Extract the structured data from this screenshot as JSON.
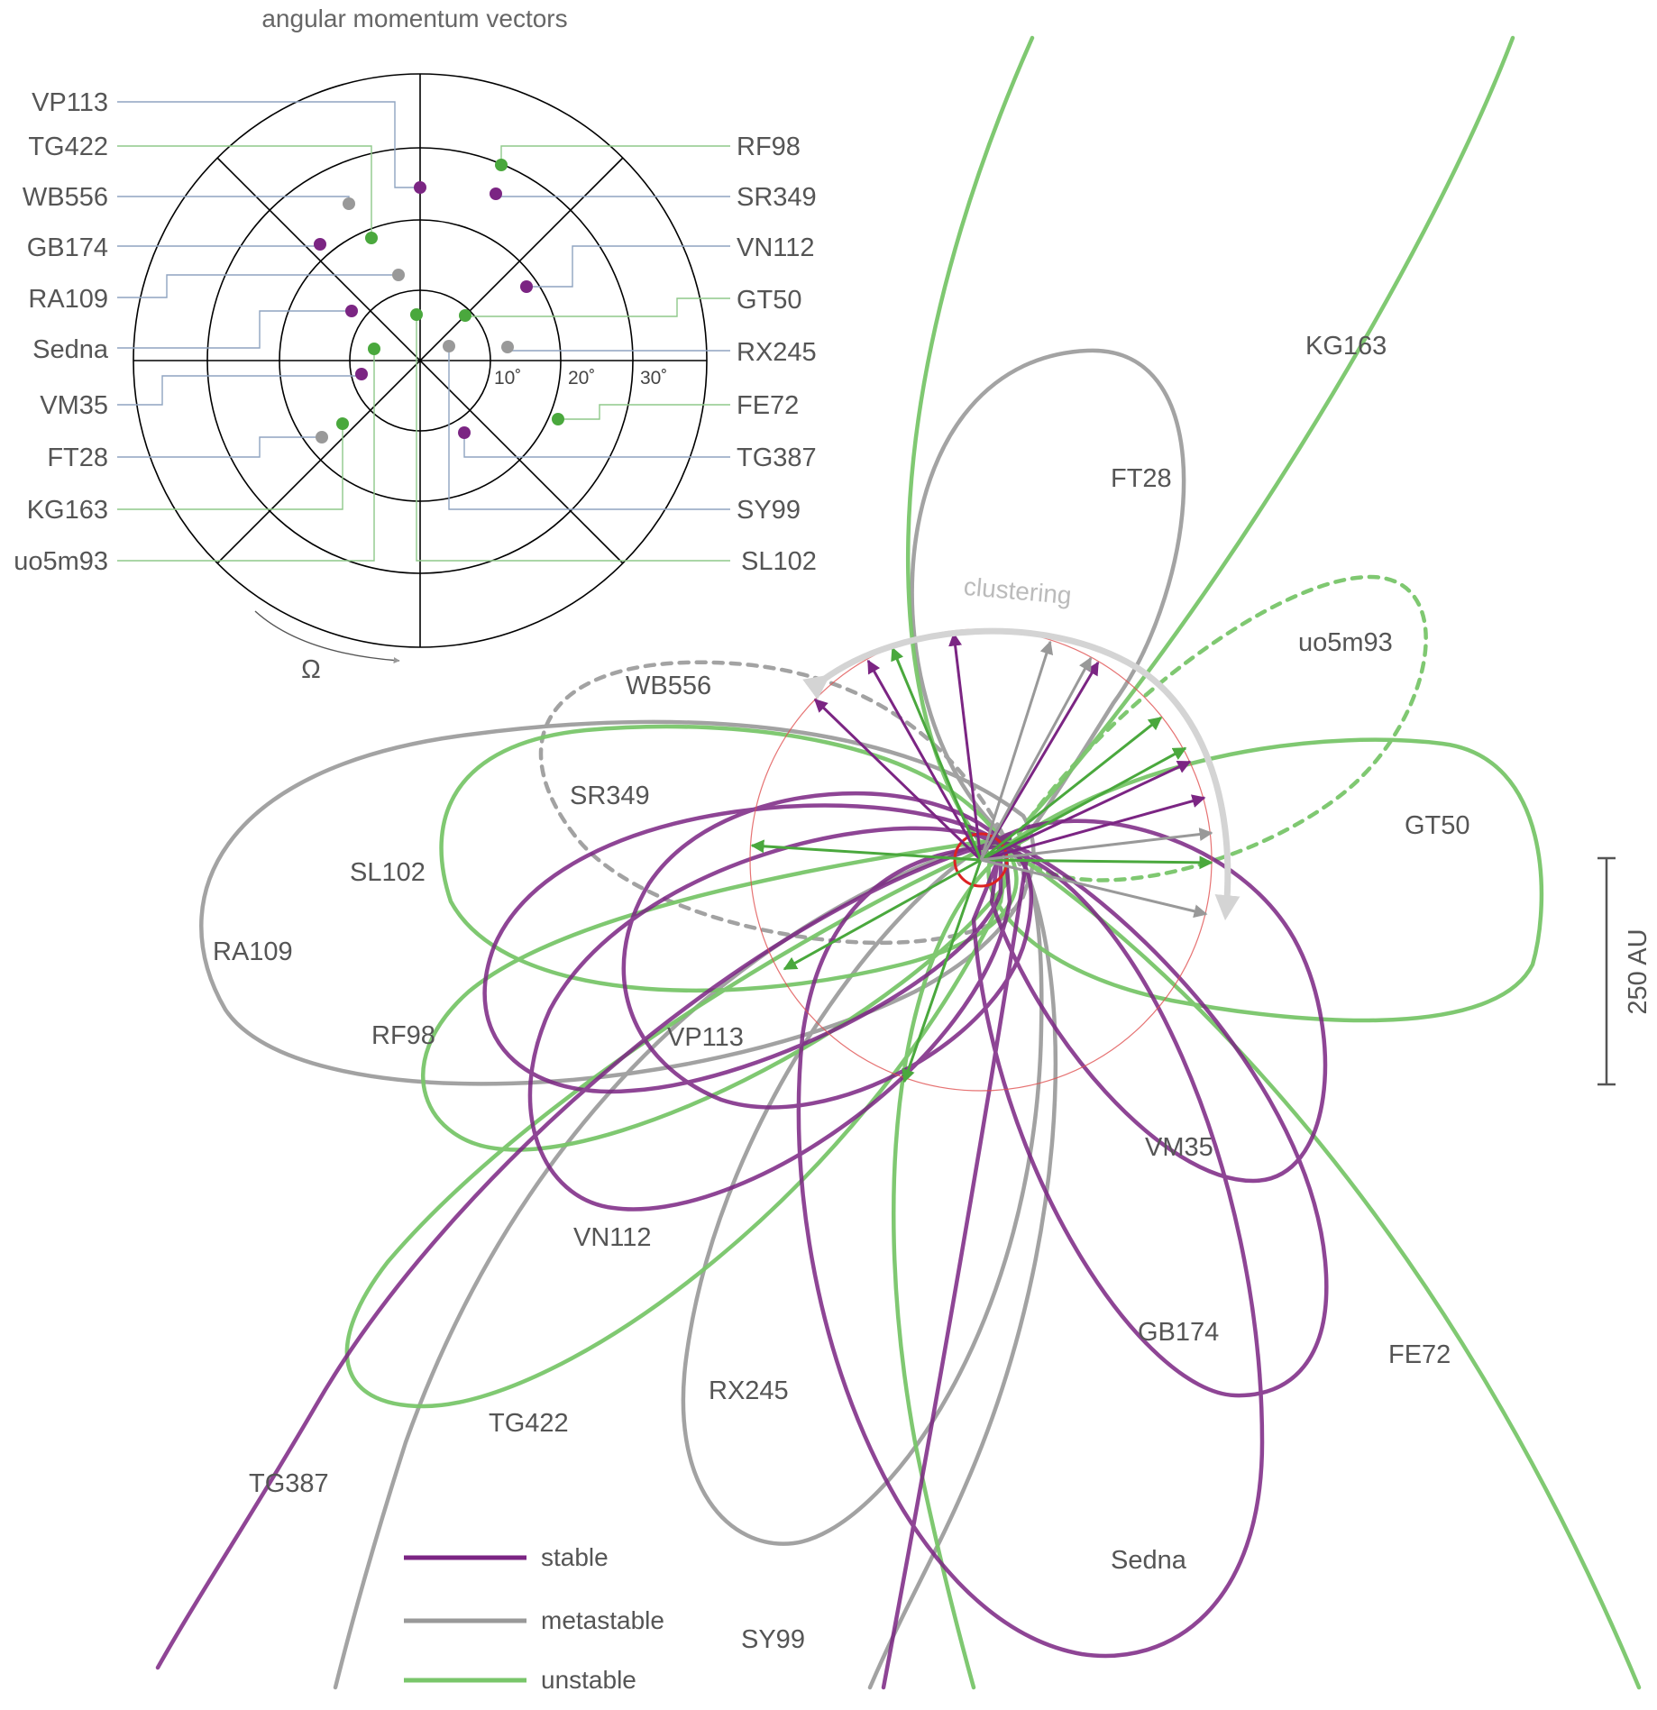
{
  "colors": {
    "stable": "#7b2583",
    "metastable": "#999999",
    "unstable": "#79c66a",
    "unstable_dot": "#4aa83d",
    "grid": "#000000",
    "leader_blue": "#8fa4c0",
    "leader_green": "#8fc98a",
    "hill_circle": "#e05050",
    "center": "#dd2222",
    "cluster_arrow": "#d4d4d4",
    "cluster_text": "#bbbbbb"
  },
  "polar": {
    "title": "angular momentum vectors",
    "ring_labels": [
      "10˚",
      "20˚",
      "30˚"
    ],
    "axis_label": "Ω",
    "left_labels": [
      "VP113",
      "TG422",
      "WB556",
      "GB174",
      "RA109",
      "Sedna",
      "VM35",
      "FT28",
      "KG163",
      "uo5m93"
    ],
    "right_labels": [
      "RF98",
      "SR349",
      "VN112",
      "GT50",
      "RX245",
      "FE72",
      "TG387",
      "SY99",
      "SL102"
    ]
  },
  "orbit_labels": {
    "KG163": "KG163",
    "FT28": "FT28",
    "clustering": "clustering",
    "uo5m93": "uo5m93",
    "WB556": "WB556",
    "SR349": "SR349",
    "GT50": "GT50",
    "SL102": "SL102",
    "RA109": "RA109",
    "RF98": "RF98",
    "VP113": "VP113",
    "VM35": "VM35",
    "VN112": "VN112",
    "GB174": "GB174",
    "FE72": "FE72",
    "RX245": "RX245",
    "TG422": "TG422",
    "TG387": "TG387",
    "Sedna": "Sedna",
    "SY99": "SY99"
  },
  "scale_bar": {
    "label": "250 AU"
  },
  "legend": [
    {
      "label": "stable",
      "status": "stable"
    },
    {
      "label": "metastable",
      "status": "metastable"
    },
    {
      "label": "unstable",
      "status": "unstable"
    }
  ],
  "objects": [
    {
      "name": "VP113",
      "status": "stable"
    },
    {
      "name": "TG422",
      "status": "unstable"
    },
    {
      "name": "WB556",
      "status": "metastable"
    },
    {
      "name": "GB174",
      "status": "stable"
    },
    {
      "name": "RA109",
      "status": "metastable"
    },
    {
      "name": "Sedna",
      "status": "stable"
    },
    {
      "name": "VM35",
      "status": "stable"
    },
    {
      "name": "FT28",
      "status": "metastable"
    },
    {
      "name": "KG163",
      "status": "unstable"
    },
    {
      "name": "uo5m93",
      "status": "unstable"
    },
    {
      "name": "RF98",
      "status": "unstable"
    },
    {
      "name": "SR349",
      "status": "stable"
    },
    {
      "name": "VN112",
      "status": "stable"
    },
    {
      "name": "GT50",
      "status": "unstable"
    },
    {
      "name": "RX245",
      "status": "metastable"
    },
    {
      "name": "FE72",
      "status": "unstable"
    },
    {
      "name": "TG387",
      "status": "stable"
    },
    {
      "name": "SY99",
      "status": "metastable"
    },
    {
      "name": "SL102",
      "status": "unstable"
    }
  ]
}
